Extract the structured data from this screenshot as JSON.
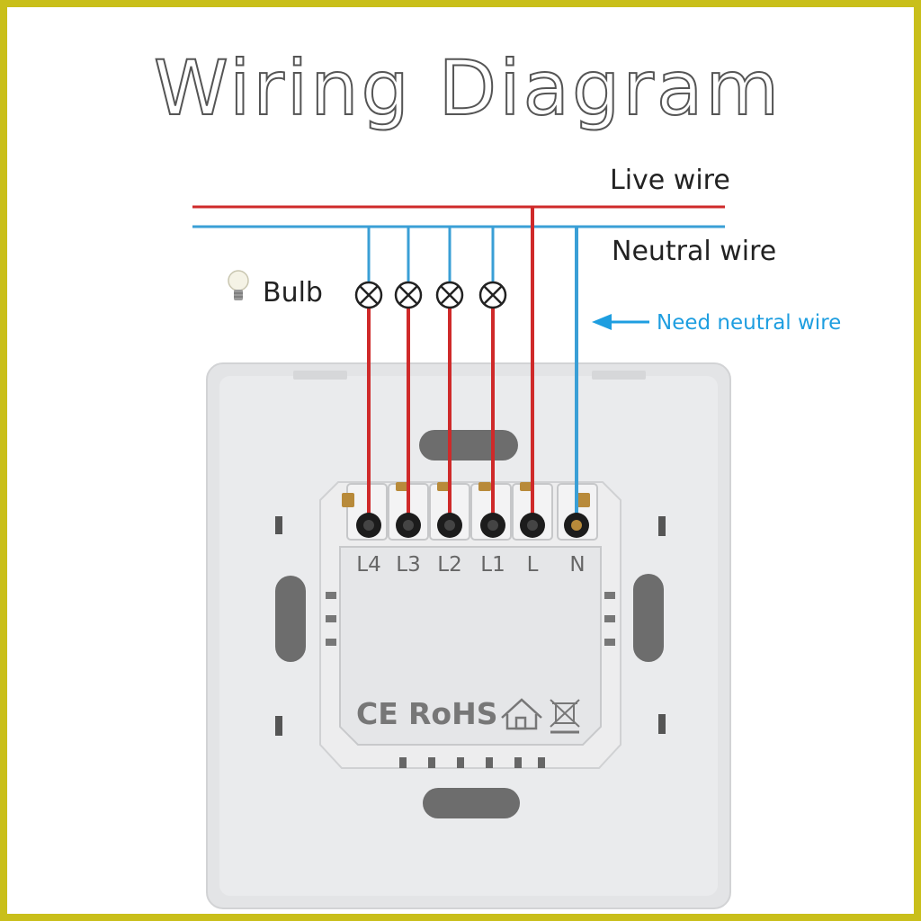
{
  "title": "Wiring Diagram",
  "labels": {
    "live_wire": "Live wire",
    "neutral_wire": "Neutral wire",
    "bulb": "Bulb",
    "need_neutral": "Need neutral wire"
  },
  "terminals": [
    "L4",
    "L3",
    "L2",
    "L1",
    "L",
    "N"
  ],
  "certifications": {
    "ce": "CE",
    "rohs": "RoHS"
  },
  "icons": [
    "bulb-icon",
    "house-icon",
    "weee-bin-icon",
    "arrow-left-icon"
  ],
  "colors": {
    "live": "#cf2a2a",
    "neutral": "#3a9fd6",
    "frame_border": "#c9bf1a",
    "annotation": "#1e9ee0"
  }
}
